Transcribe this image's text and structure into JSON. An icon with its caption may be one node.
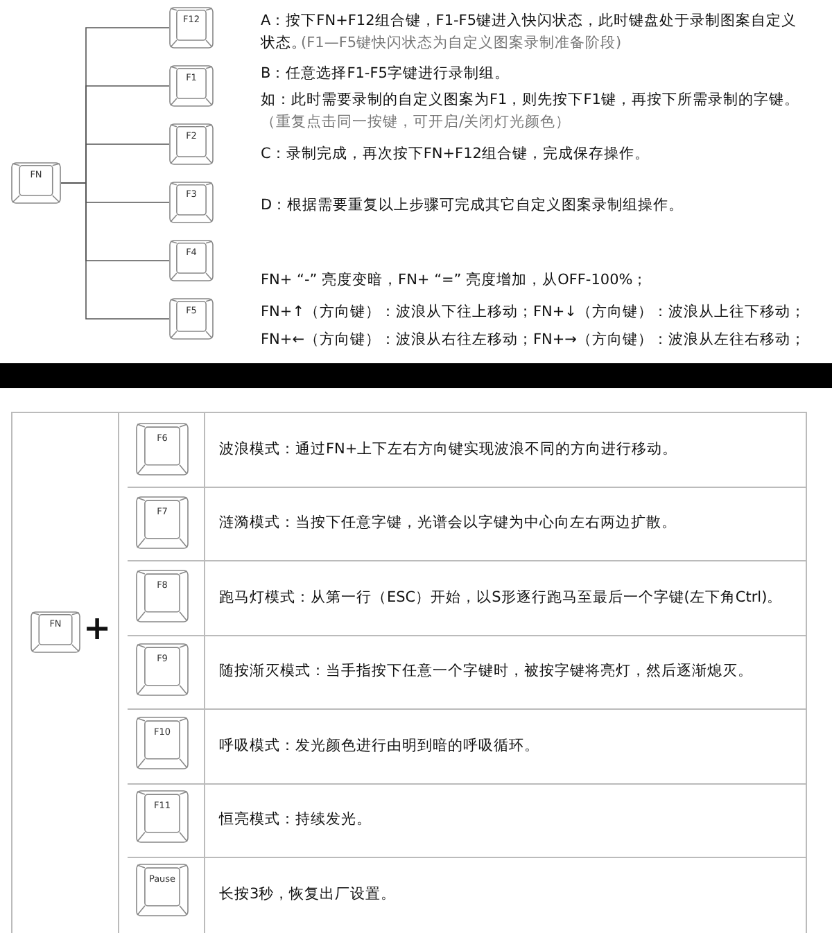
{
  "diagram": {
    "nodes": [
      {
        "text": [
          "FN"
        ]
      },
      {
        "text": [
          "F12"
        ]
      },
      {
        "text": [
          "F1"
        ]
      },
      {
        "text": [
          "F2"
        ]
      },
      {
        "text": [
          "F3"
        ]
      },
      {
        "text": [
          "F4"
        ]
      },
      {
        "text": [
          "F5"
        ]
      },
      {
        "text": [],
        "shape": "bar"
      },
      {
        "text": [
          "FN"
        ]
      },
      {
        "text": [
          "F6"
        ]
      },
      {
        "text": [
          "F7"
        ]
      },
      {
        "text": [
          "F8"
        ]
      },
      {
        "text": [
          "F9"
        ]
      },
      {
        "text": [
          "F10"
        ]
      },
      {
        "text": [
          "F11"
        ]
      },
      {
        "text": [
          "Pause"
        ]
      }
    ],
    "edges": [
      {
        "from": 0,
        "to": 1,
        "arrow": "none"
      },
      {
        "from": 0,
        "to": 2,
        "arrow": "none"
      },
      {
        "from": 0,
        "to": 3,
        "arrow": "none"
      },
      {
        "from": 0,
        "to": 4,
        "arrow": "none"
      },
      {
        "from": 0,
        "to": 5,
        "arrow": "none"
      },
      {
        "from": 0,
        "to": 6,
        "arrow": "none"
      }
    ],
    "labels": [
      "A：按下FN+F12组合键，F1-F5键进入快闪状态，此时键盘处于录制图案自定义状态。",
      "(F1—F5键快闪状态为自定义图案录制准备阶段)",
      "B：任意选择F1-F5字键进行录制组。",
      "如：此时需要录制的自定义图案为F1，则先按下F1键，再按下所需录制的字键。",
      "（重复点击同一按键，可开启/关闭灯光颜色）",
      "C：录制完成，再次按下FN+F12组合键，完成保存操作。",
      "D：根据需要重复以上步骤可完成其它自定义图案录制组操作。",
      "FN+ “-” 亮度变暗，FN+ “=” 亮度增加，从OFF-100%；",
      "FN+↑（方向键）：波浪从下往上移动；FN+↓（方向键）：波浪从上往下移动；",
      "FN+←（方向键）：波浪从右往左移动；FN+→（方向键）：波浪从左往右移动；",
      "+",
      "波浪模式：通过FN+上下左右方向键实现波浪不同的方向进行移动。",
      "涟漪模式：当按下任意字键，光谱会以字键为中心向左右两边扩散。",
      "跑马灯模式：从第一行（ESC）开始，以S形逐行跑马至最后一个字键(左下角Ctrl)。",
      "随按渐灭模式：当手指按下任意一个字键时，被按字键将亮灯，然后逐渐熄灭。",
      "呼吸模式：发光颜色进行由明到暗的呼吸循环。",
      "恒亮模式：持续发光。",
      "长按3秒，恢复出厂设置。"
    ]
  }
}
